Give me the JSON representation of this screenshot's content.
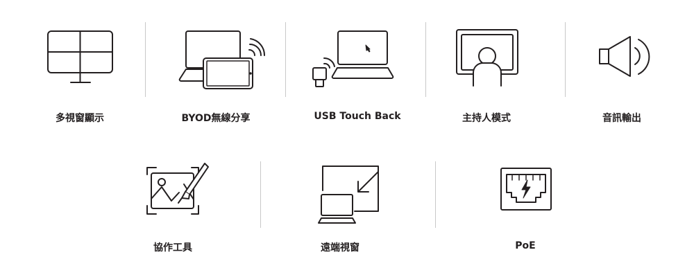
{
  "features": [
    {
      "label": "多視窗顯示",
      "icon": "multi-window-display-icon"
    },
    {
      "label": "BYOD無線分享",
      "icon": "byod-wireless-share-icon"
    },
    {
      "label": "USB Touch Back",
      "icon": "usb-touch-back-icon"
    },
    {
      "label": "主持人模式",
      "icon": "presenter-mode-icon"
    },
    {
      "label": "音訊輸出",
      "icon": "audio-output-icon"
    },
    {
      "label": "協作工具",
      "icon": "collaboration-tools-icon"
    },
    {
      "label": "遠端視窗",
      "icon": "remote-window-icon"
    },
    {
      "label": "PoE",
      "icon": "poe-icon"
    }
  ],
  "colors": {
    "stroke": "#231f20",
    "divider": "#c8c8c8"
  }
}
